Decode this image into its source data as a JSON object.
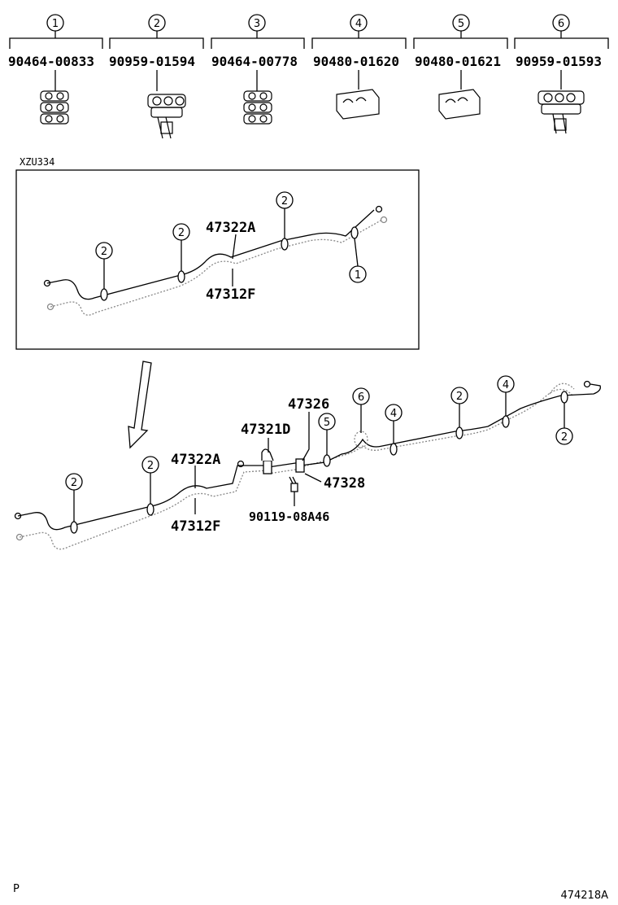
{
  "legend": [
    {
      "num": "1",
      "part": "90464-00833"
    },
    {
      "num": "2",
      "part": "90959-01594"
    },
    {
      "num": "3",
      "part": "90464-00778"
    },
    {
      "num": "4",
      "part": "90480-01620"
    },
    {
      "num": "5",
      "part": "90480-01621"
    },
    {
      "num": "6",
      "part": "90959-01593"
    }
  ],
  "inset": {
    "code": "XZU334",
    "label_upper": "47322A",
    "label_lower": "47312F",
    "callouts": [
      "2",
      "2",
      "2",
      "1"
    ]
  },
  "main": {
    "label_47326": "47326",
    "label_47321d": "47321D",
    "label_47322a": "47322A",
    "label_47312f": "47312F",
    "label_47328": "47328",
    "label_bolt": "90119-08A46",
    "callouts": [
      "2",
      "2",
      "5",
      "6",
      "4",
      "2",
      "4",
      "2"
    ]
  },
  "footer": {
    "left": "P",
    "right": "474218A"
  }
}
